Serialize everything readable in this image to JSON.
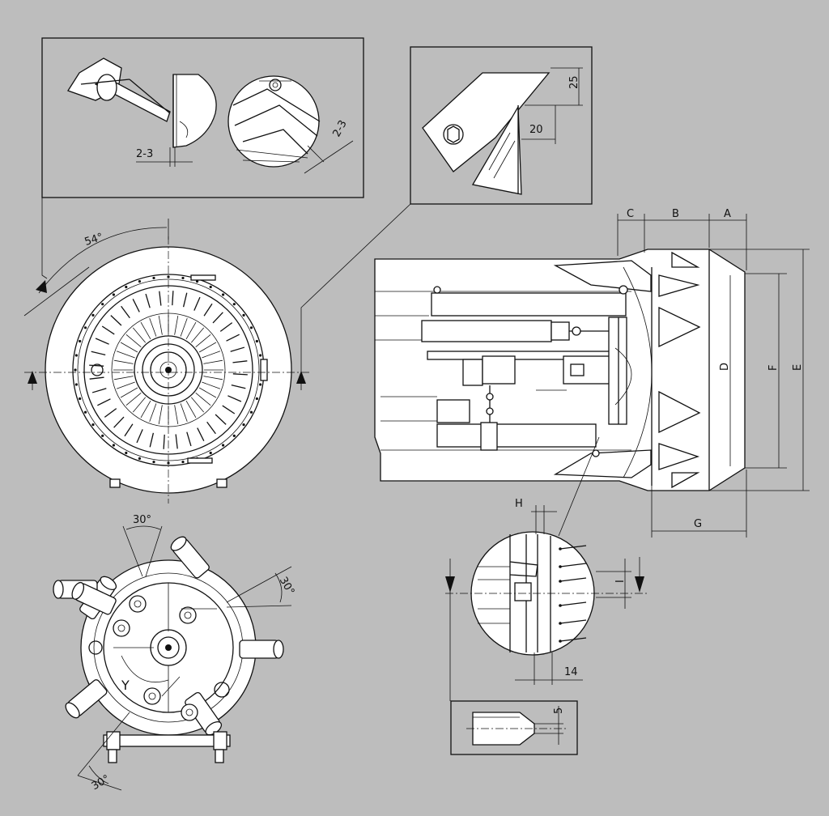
{
  "labels": {
    "angle_54": "54°",
    "detail_gap_a": "2-3",
    "detail_gap_b": "2-3",
    "dim_25": "25",
    "dim_20": "20",
    "dim_a": "A",
    "dim_b": "B",
    "dim_c": "C",
    "dim_d": "D",
    "dim_e": "E",
    "dim_f": "F",
    "dim_g": "G",
    "dim_h": "H",
    "dim_i": "I",
    "dim_14": "14",
    "dim_5": "5",
    "angle_30_top": "30°",
    "angle_30_right": "30°",
    "angle_30_bottom": "30°",
    "view_y": "Y"
  },
  "colors": {
    "background": "#bdbdbd",
    "line": "#111111",
    "part": "#ffffff"
  }
}
